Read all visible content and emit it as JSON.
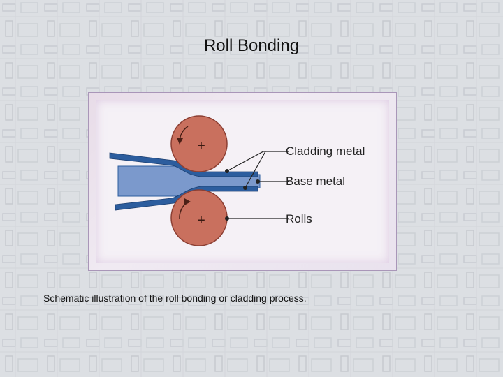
{
  "slide": {
    "title": "Roll Bonding",
    "caption": "Schematic illustration of the roll bonding or cladding process."
  },
  "figure": {
    "labels": {
      "cladding_metal": "Cladding metal",
      "base_metal": "Base metal",
      "rolls": "Rolls"
    },
    "roll_symbol": "+"
  },
  "colors": {
    "background": "#dcdfe3",
    "roll_fill": "#c9705e",
    "roll_outline": "#8c3f33",
    "cladding": "#2c5d9e",
    "base_metal": "#7b99cc",
    "frame_border": "#a996b8"
  }
}
